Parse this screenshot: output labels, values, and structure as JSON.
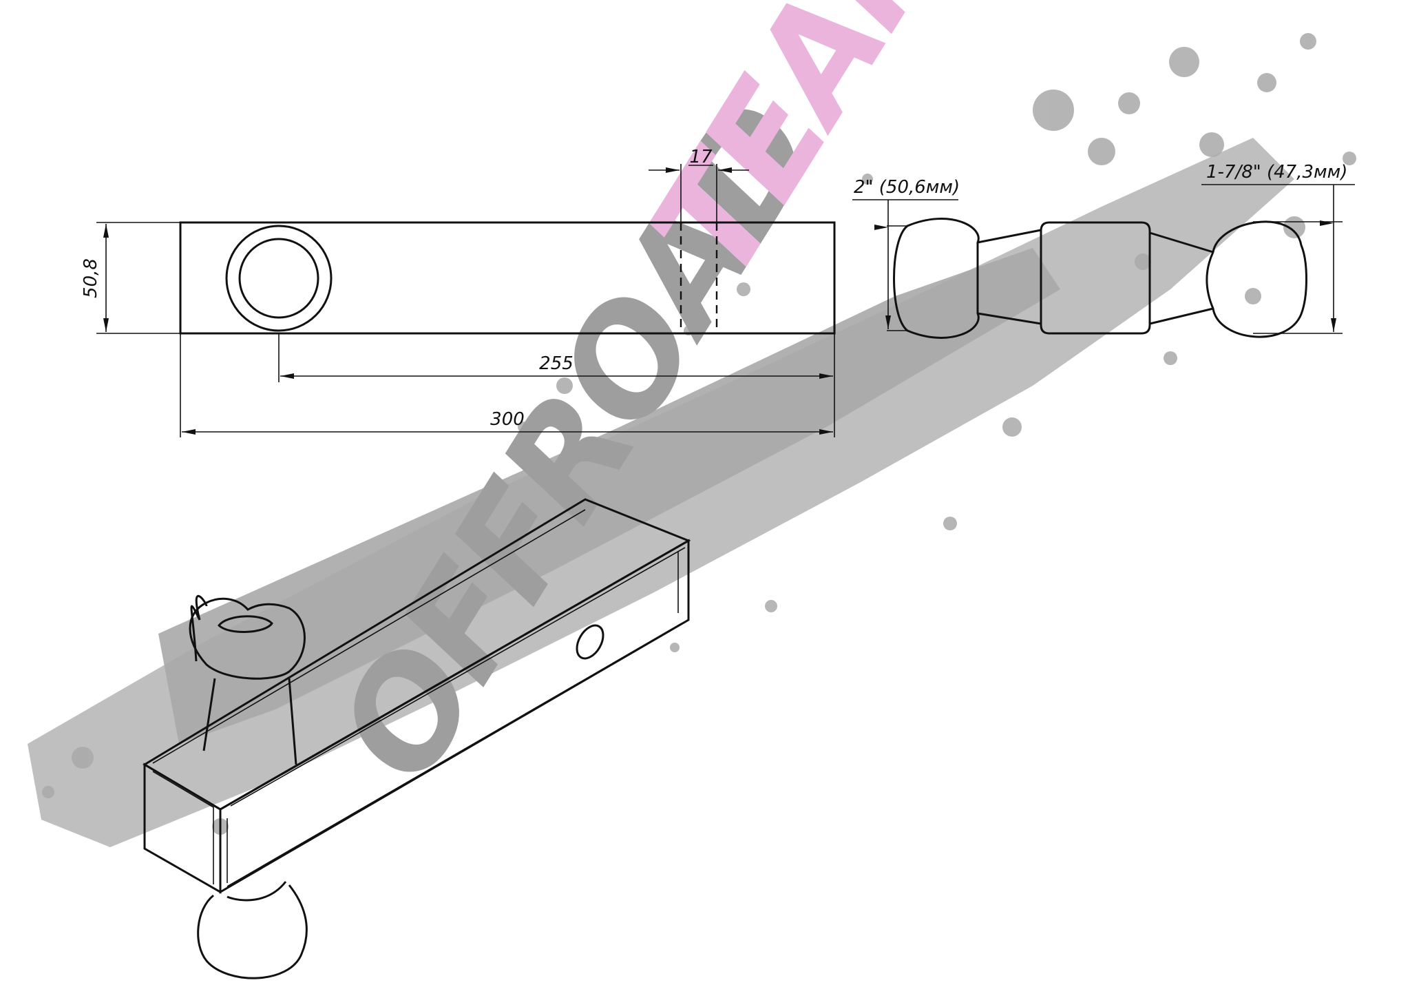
{
  "drawing": {
    "subject": "hitch-ball-mount",
    "dimensions": {
      "height": "50,8",
      "hole_width": "17",
      "ball_offset": "255",
      "total_length": "300",
      "ball_diameter_large": "2\" (50,6мм)",
      "ball_diameter_small": "1-7/8\" (47,3мм)"
    }
  },
  "watermark": {
    "word_1": "OFFROAD",
    "word_2": "TEAM",
    "color_word_1": "#9e9e9e",
    "color_word_2": "#eab4dc",
    "splatter_color": "#a9a9a9"
  }
}
